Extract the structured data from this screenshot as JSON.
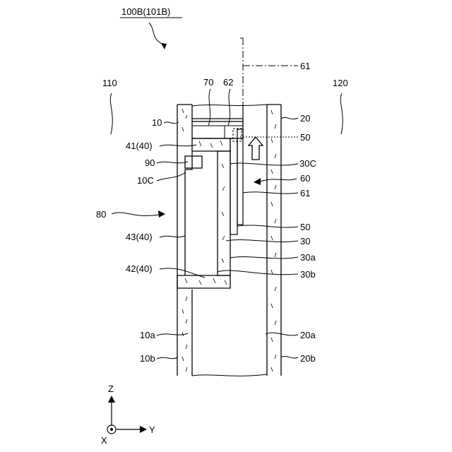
{
  "title": "100B(101B)",
  "region_labels": {
    "left": "110",
    "right": "120",
    "cavity": "80"
  },
  "labels": {
    "l_10": "10",
    "l_41": "41(40)",
    "l_90": "90",
    "l_10C": "10C",
    "l_43": "43(40)",
    "l_42": "42(40)",
    "l_10a": "10a",
    "l_10b": "10b",
    "l_70": "70",
    "l_62": "62",
    "l_61_top": "61",
    "l_20": "20",
    "l_50_top": "50",
    "l_30C": "30C",
    "l_60": "60",
    "l_61": "61",
    "l_50": "50",
    "l_30": "30",
    "l_30a": "30a",
    "l_30b": "30b",
    "l_20a": "20a",
    "l_20b": "20b"
  },
  "axes": {
    "z": "Z",
    "y": "Y",
    "x": "X"
  },
  "colors": {
    "line": "#000000",
    "background": "#ffffff"
  }
}
